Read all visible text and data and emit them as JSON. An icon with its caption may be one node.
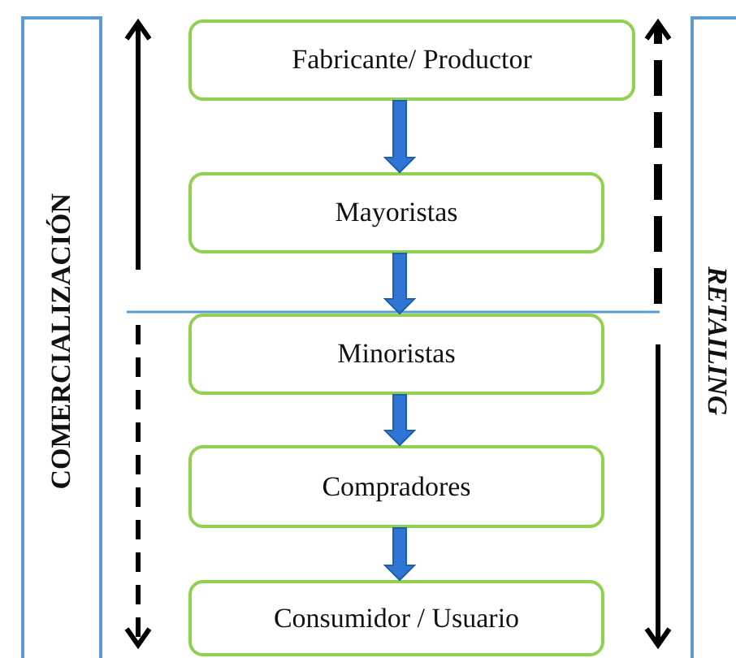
{
  "diagram": {
    "nodes": [
      {
        "text": [
          "COMERCIALIZACIÓN"
        ]
      },
      {
        "text": [
          "RETAILING"
        ]
      },
      {
        "text": [
          "Fabricante/ Productor"
        ]
      },
      {
        "text": [
          "Mayoristas"
        ]
      },
      {
        "text": [
          "Minoristas"
        ]
      },
      {
        "text": [
          "Compradores"
        ]
      },
      {
        "text": [
          "Consumidor / Usuario"
        ]
      }
    ],
    "edges": [
      {
        "from": 2,
        "to": 3,
        "arrow": "to"
      },
      {
        "from": 3,
        "to": 4,
        "arrow": "to"
      },
      {
        "from": 4,
        "to": 5,
        "arrow": "to"
      },
      {
        "from": 5,
        "to": 6,
        "arrow": "to"
      }
    ]
  }
}
